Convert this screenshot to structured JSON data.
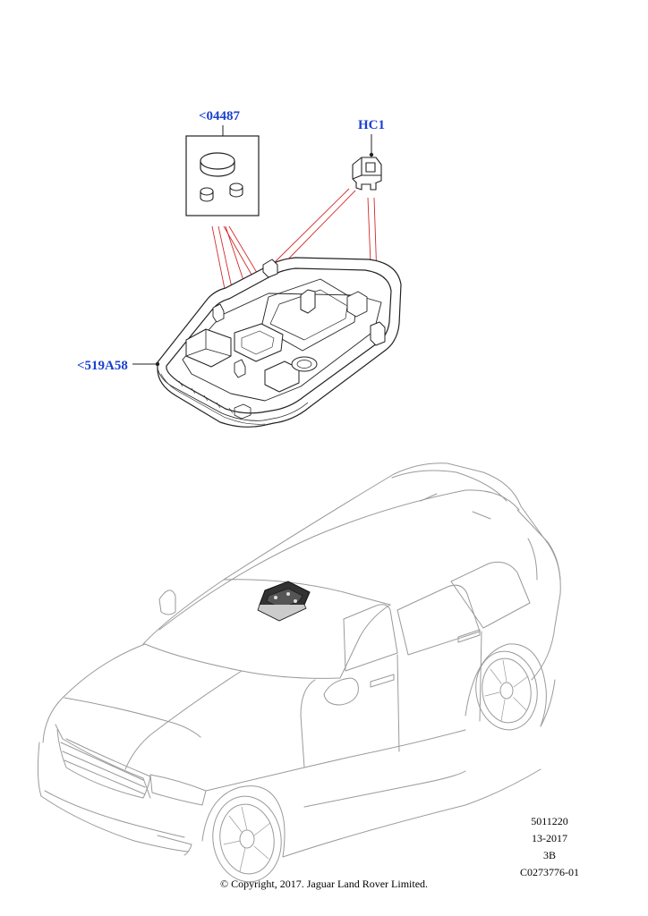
{
  "callouts": {
    "kit": "<04487",
    "clip": "HC1",
    "console": "<519A58"
  },
  "illustration_info": {
    "line1": "5011220",
    "line2": "13-2017",
    "line3": "3B",
    "line4": "C0273776-01"
  },
  "copyright": "© Copyright, 2017. Jaguar Land Rover Limited.",
  "colors": {
    "callout_text": "#1a3fd0",
    "leader_red": "#d42a2a",
    "line_art": "#222222",
    "vehicle_outline": "#9a9a9a"
  }
}
